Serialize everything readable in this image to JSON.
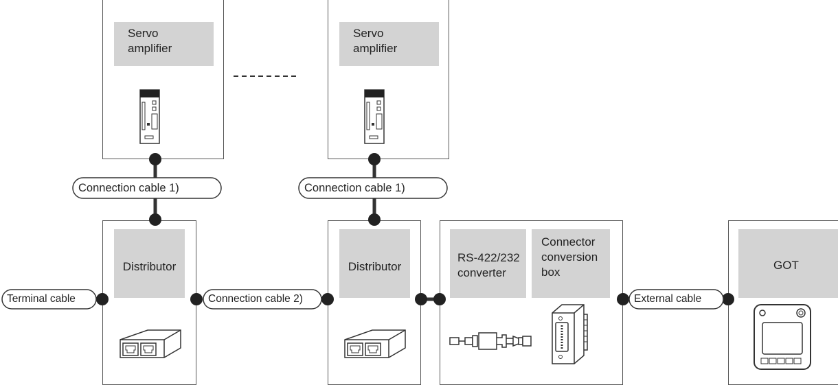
{
  "servo_amplifier_label": "Servo\namplifier",
  "distributor_label": "Distributor",
  "converter_label": "RS-422/232\nconverter",
  "connector_box_label": "Connector\nconversion\nbox",
  "got_label": "GOT",
  "cables": {
    "connection_cable_1": "Connection cable 1)",
    "connection_cable_2": "Connection cable 2)",
    "terminal_cable": "Terminal cable",
    "external_cable": "External cable"
  }
}
